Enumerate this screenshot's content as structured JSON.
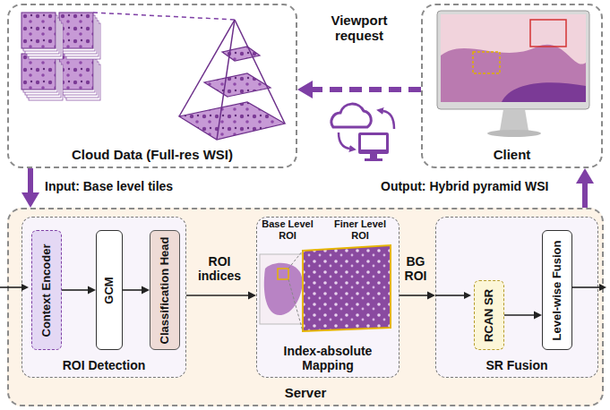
{
  "diagram": {
    "nodes": [
      {
        "text": [
          "Cloud Data (Full-res WSI)"
        ]
      },
      {
        "text": [
          "Client"
        ]
      },
      {
        "text": [
          "Server"
        ]
      },
      {
        "text": [
          "ROI Detection"
        ],
        "in": 2
      },
      {
        "text": [
          "Context Encoder"
        ],
        "in": 3
      },
      {
        "text": [
          "GCM"
        ],
        "in": 3
      },
      {
        "text": [
          "Classification Head"
        ],
        "in": 3
      },
      {
        "text": [
          "Index-absolute Mapping"
        ],
        "in": 2
      },
      {
        "text": [
          "SR Fusion"
        ],
        "in": 2
      },
      {
        "text": [
          "RCAN SR"
        ],
        "in": 8
      },
      {
        "text": [
          "Level-wise Fusion"
        ],
        "in": 8
      }
    ],
    "edges": [
      {
        "from": 1,
        "to": 0,
        "arrow": "to",
        "label": "Viewport request"
      },
      {
        "from": 0,
        "to": 2,
        "arrow": "to",
        "label": "Input: Base level tiles"
      },
      {
        "from": 2,
        "to": 1,
        "arrow": "to",
        "label": "Output: Hybrid pyramid WSI"
      },
      {
        "from": 4,
        "to": 5,
        "arrow": "to"
      },
      {
        "from": 5,
        "to": 6,
        "arrow": "to"
      },
      {
        "from": 3,
        "to": 7,
        "arrow": "to",
        "label": "ROI indices"
      },
      {
        "from": 7,
        "to": 8,
        "arrow": "to",
        "label": "BG ROI"
      },
      {
        "from": 9,
        "to": 10,
        "arrow": "to"
      }
    ],
    "labels": [
      "Base Level ROI",
      "Finer Level ROI"
    ]
  }
}
